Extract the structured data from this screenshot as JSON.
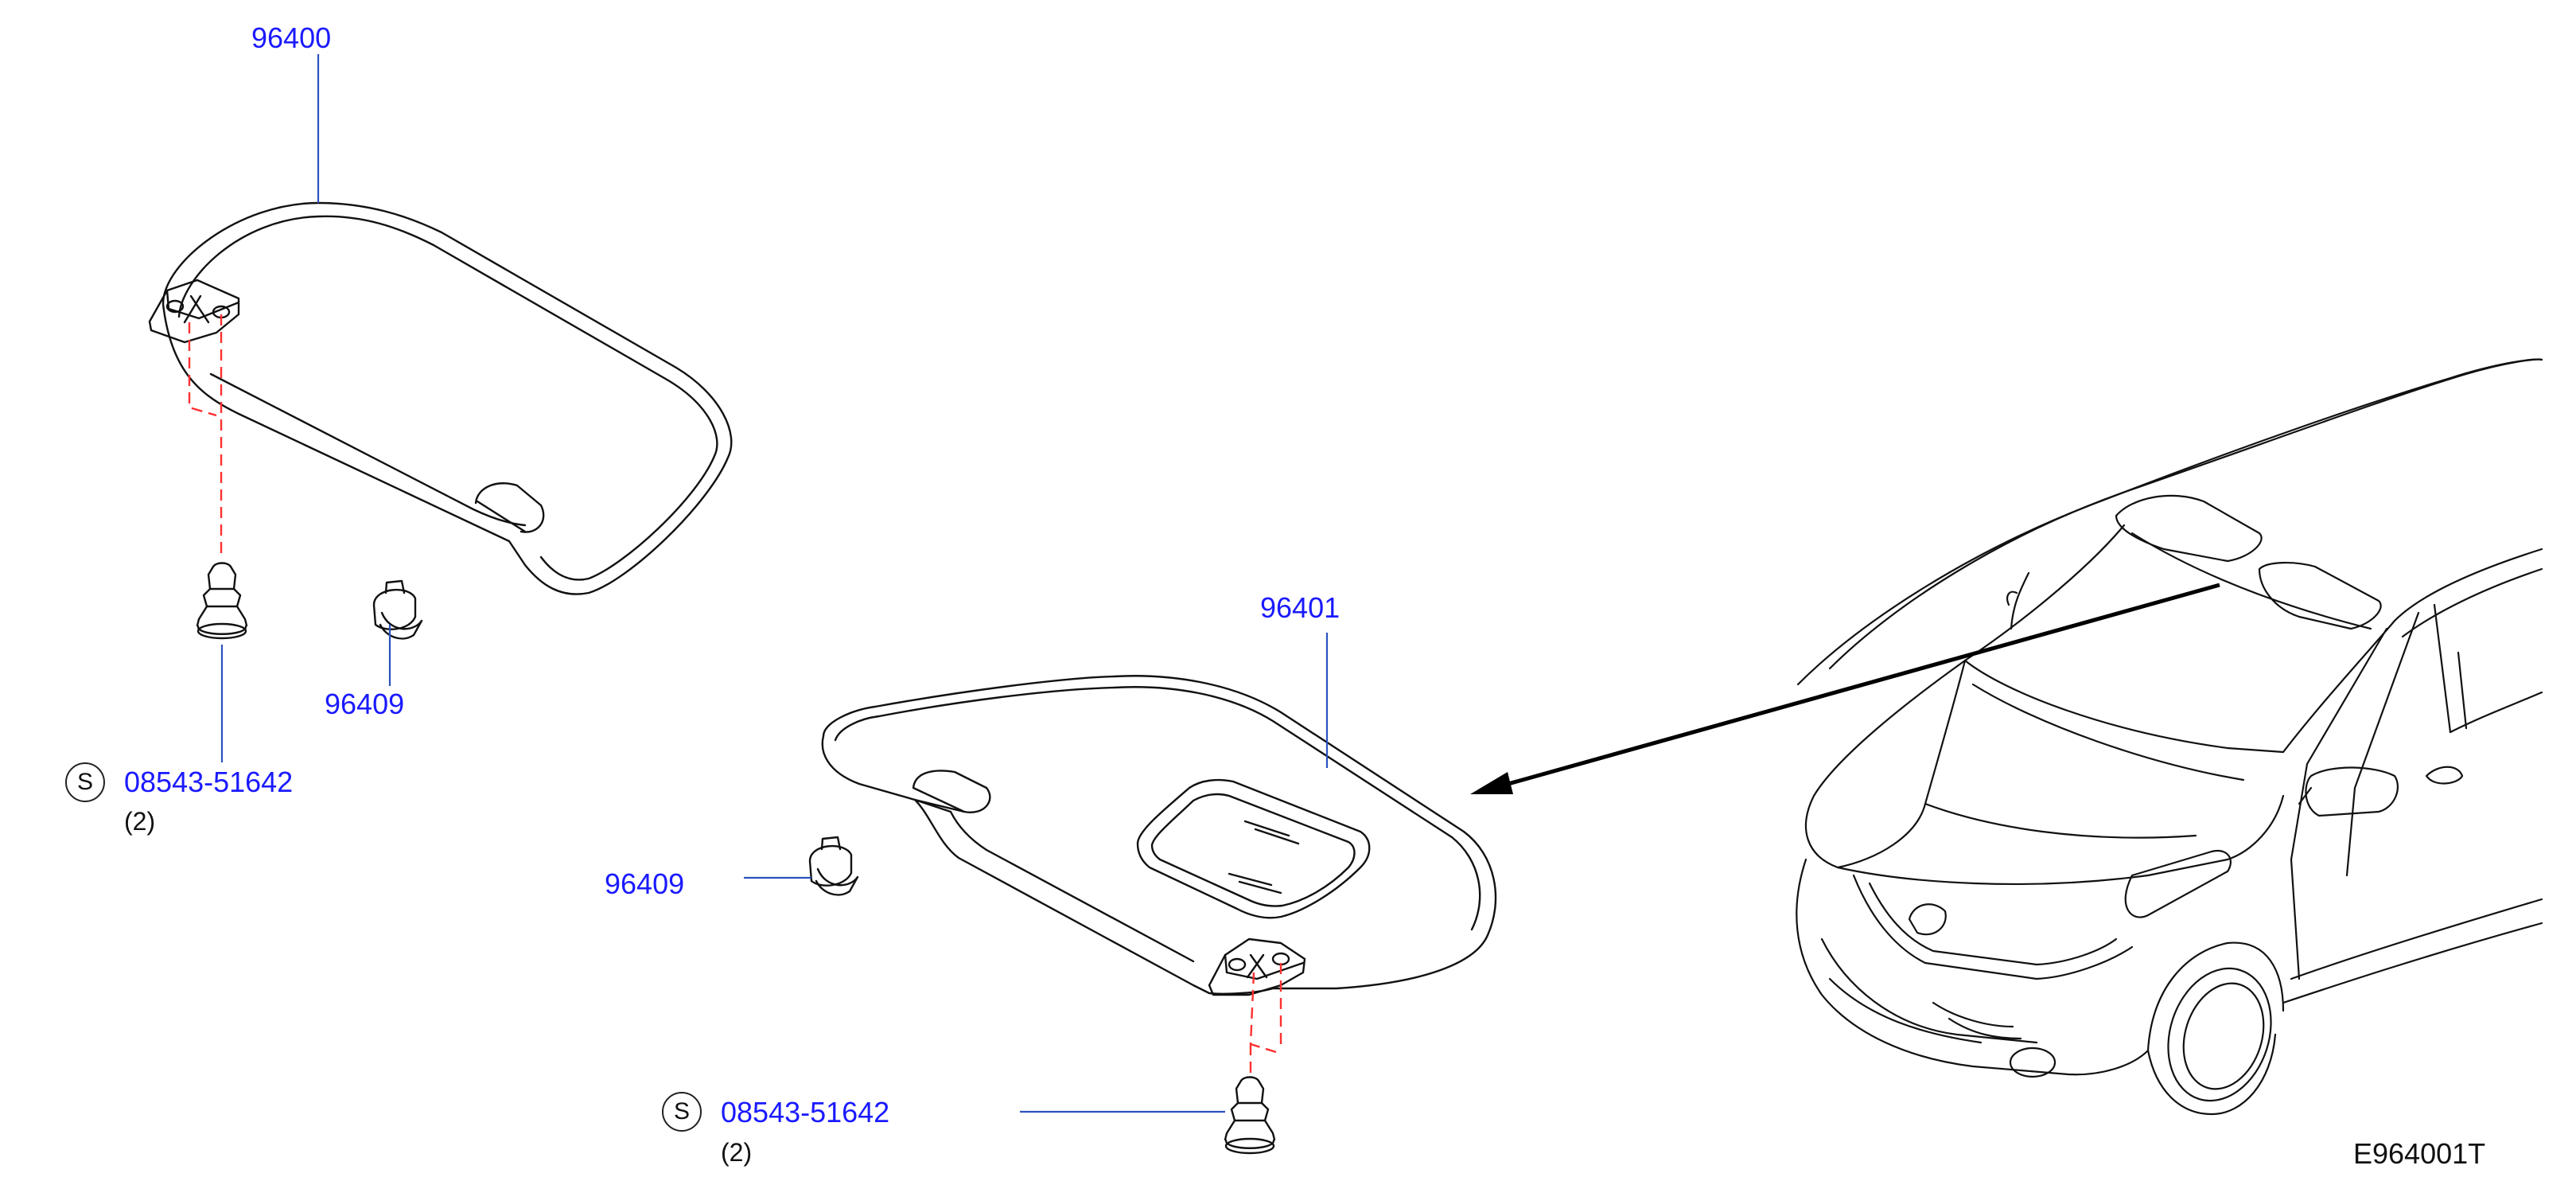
{
  "parts": {
    "visor_lh": "96400",
    "visor_rh": "96401",
    "clip_a": "96409",
    "clip_b": "96409",
    "screw_a": "08543-51642",
    "screw_a_qty": "(2)",
    "screw_b": "08543-51642",
    "screw_b_qty": "(2)"
  },
  "symbols": {
    "standard_part": "S"
  },
  "figure_code": "E964001T",
  "colors": {
    "callout": "#1a1aff",
    "leader": "#2a52be",
    "hidden_line": "#ff3030",
    "outline": "#111111"
  }
}
